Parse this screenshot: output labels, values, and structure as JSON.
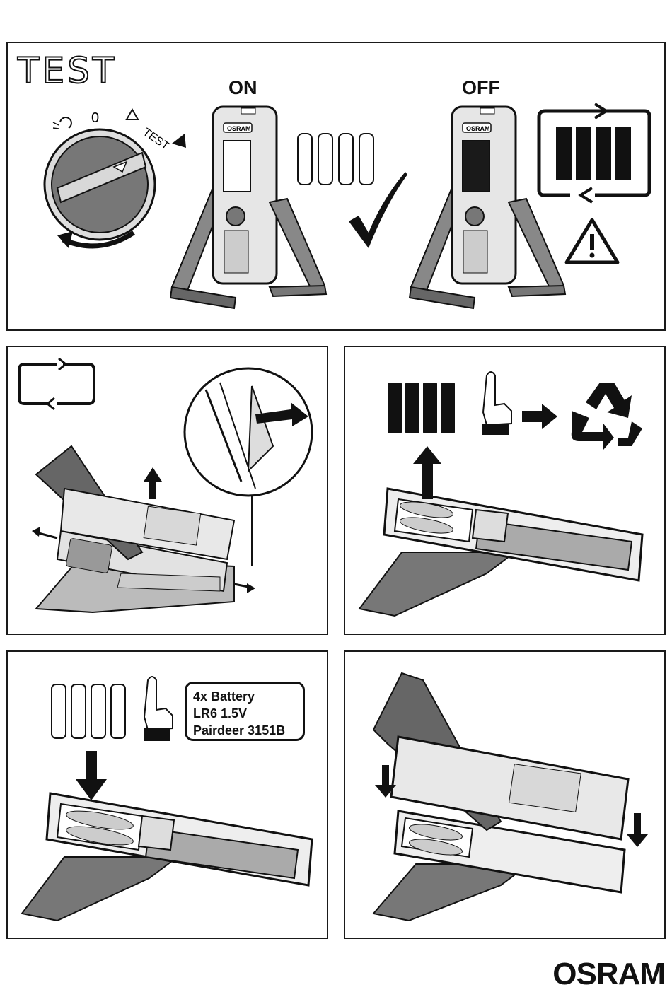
{
  "panels": {
    "test": {
      "title": "TEST",
      "on_label": "ON",
      "off_label": "OFF",
      "dial": {
        "pos_zero": "0",
        "pos_test": "TEST"
      },
      "icons": [
        "lamp-icon",
        "warning-triangle-icon",
        "checkmark-icon",
        "battery-replace-cycle-icon",
        "warning-icon"
      ]
    },
    "remove": {
      "icons": [
        "replace-cycle-icon",
        "arrow-up-icon",
        "arrow-left-icon",
        "arrow-right-icon",
        "magnifier-detail"
      ]
    },
    "dispose": {
      "icons": [
        "battery-icon",
        "hand-index-icon",
        "arrow-right-icon",
        "recycle-icon"
      ]
    },
    "insert": {
      "spec": {
        "line1": "4x Battery",
        "line2": "LR6 1.5V",
        "line3": "Pairdeer 3151B"
      },
      "icons": [
        "battery-icon",
        "hand-index-icon",
        "arrow-down-icon"
      ]
    },
    "close": {
      "icons": [
        "arrow-down-icon"
      ]
    }
  },
  "brand": "OSRAM",
  "device_label": "OSRAM",
  "colors": {
    "ink": "#111111",
    "dark_gray": "#555555",
    "mid_gray": "#9a9a9a",
    "light_gray": "#d4d4d4",
    "accent": "#111111"
  }
}
